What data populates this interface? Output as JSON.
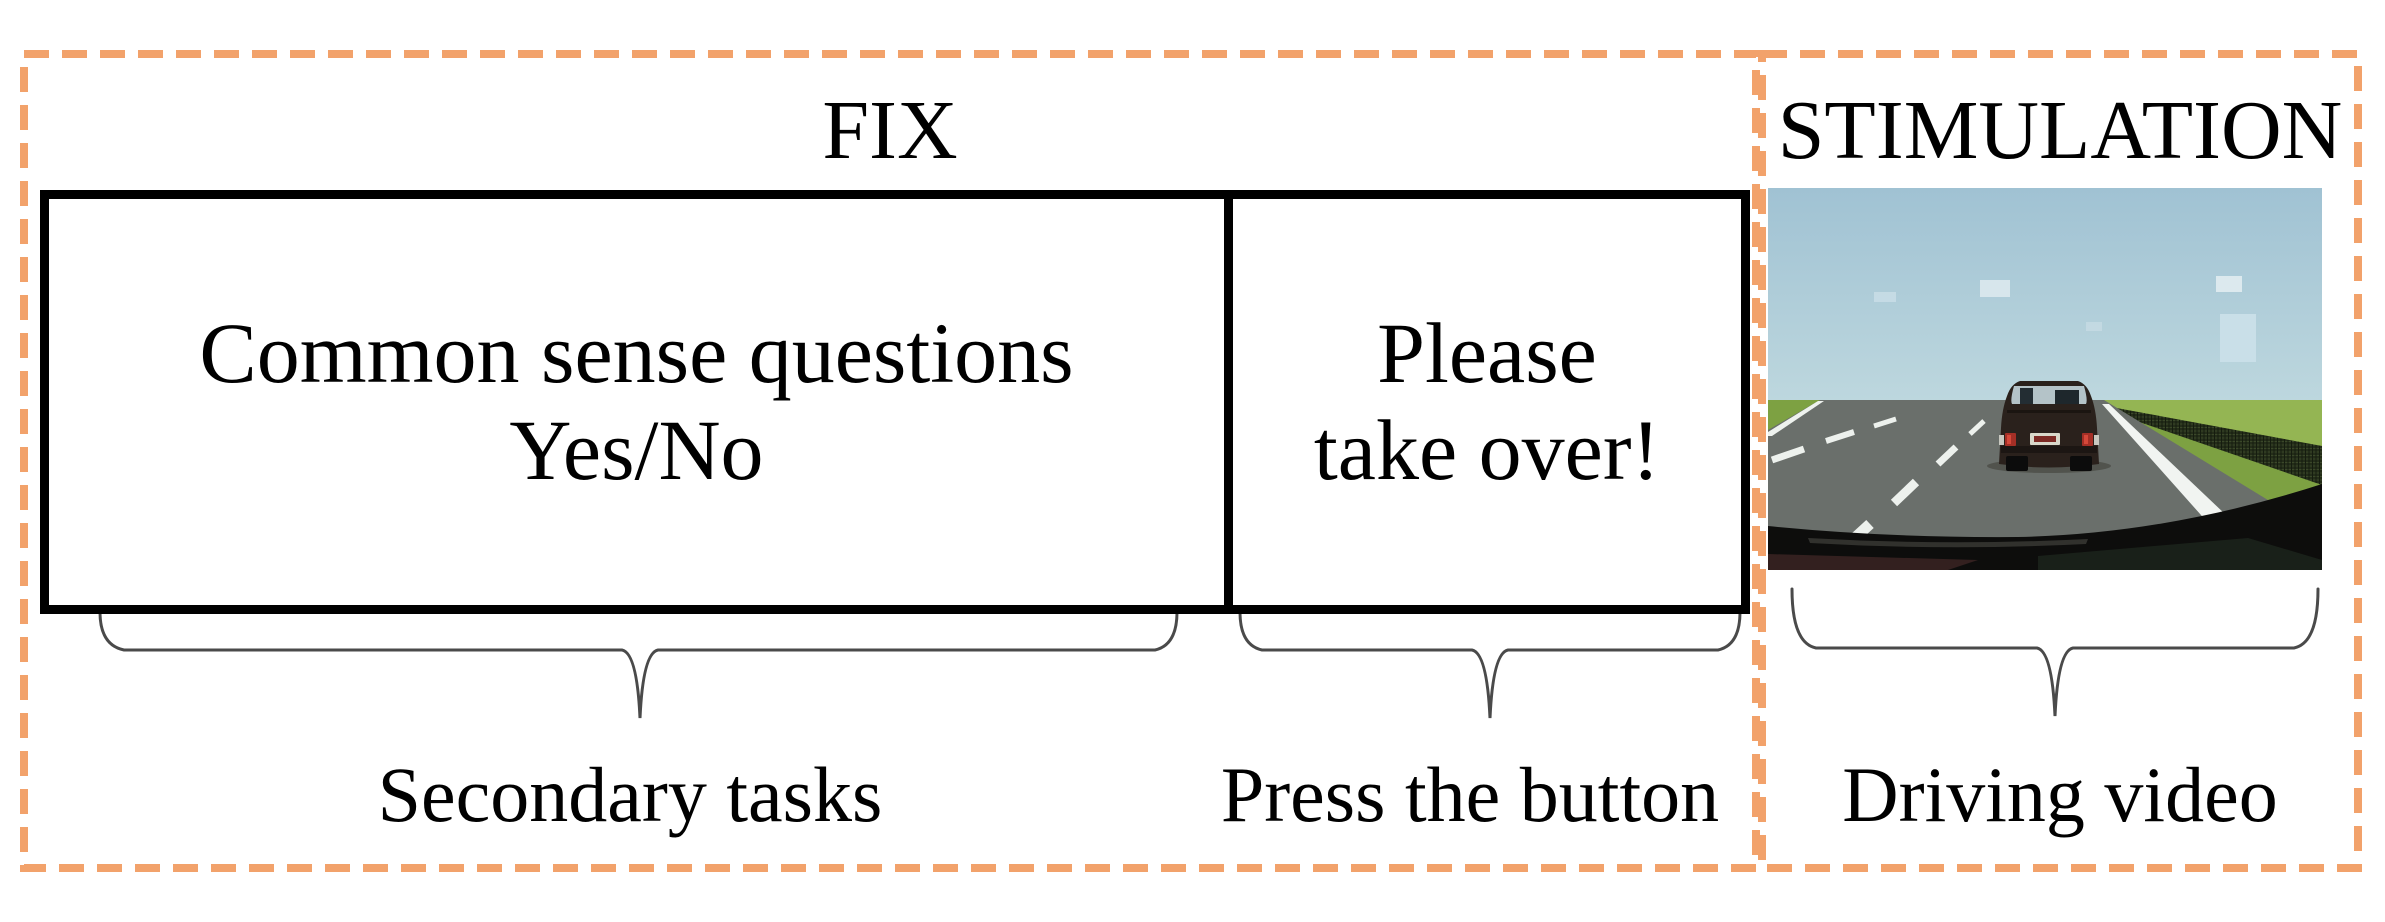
{
  "figure": {
    "fix_panel": {
      "title": "FIX",
      "task_box": {
        "secondary_cell": {
          "line1": "Common sense questions",
          "line2": "Yes/No"
        },
        "takeover_cell": {
          "line1": "Please",
          "line2": "take over!"
        }
      },
      "secondary_tasks_label": "Secondary tasks",
      "press_button_label": "Press the button"
    },
    "stimulation_panel": {
      "title": "STIMULATION",
      "driving_video_label": "Driving video"
    },
    "colors": {
      "dashed_border": "#f2a26b",
      "solid_border": "#000000",
      "brace": "#4a4a4a",
      "text": "#000000",
      "scene": {
        "sky_top": "#a0c2d3",
        "sky_bottom": "#bdd7de",
        "grass": "#7da142",
        "verge": "#94b553",
        "road": "#6a6f6b",
        "lane_marking": "#f1f4f1",
        "car_body": "#2a211c",
        "car_window": "#b4c3c8",
        "taillight": "#a42f26",
        "license_plate": "#d8d8ca",
        "fence": "#242d19",
        "dashboard": "#0d0d0c"
      }
    }
  }
}
